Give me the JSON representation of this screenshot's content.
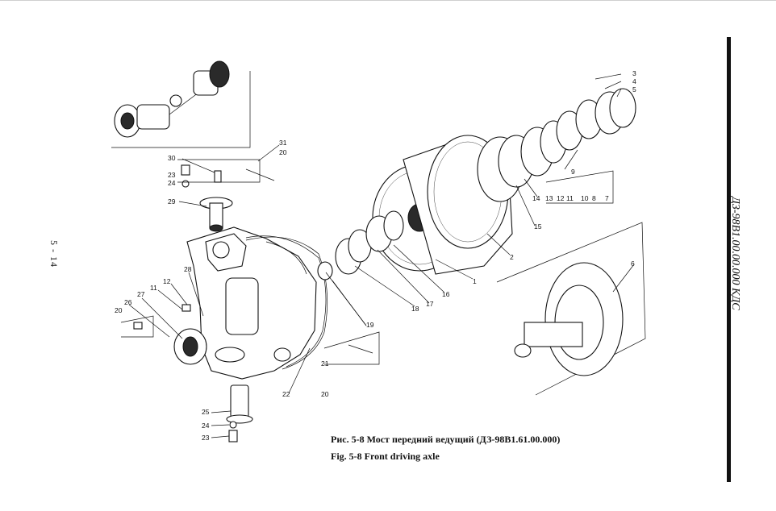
{
  "page_number": "5 - 14",
  "side_doc_code": "ДЗ-98В1.00.00.000  КДС",
  "caption": {
    "ru": "Рис. 5-8 Мост передний ведущий (ДЗ-98В1.61.00.000)",
    "en": "Fig. 5-8  Front driving axle"
  },
  "callouts": [
    "1",
    "2",
    "3",
    "4",
    "5",
    "6",
    "7",
    "8",
    "9",
    "10",
    "11",
    "12",
    "13",
    "14",
    "15",
    "16",
    "17",
    "18",
    "19",
    "20",
    "20",
    "20",
    "21",
    "22",
    "23",
    "23",
    "24",
    "24",
    "25",
    "26",
    "27",
    "28",
    "29",
    "30",
    "31",
    "11",
    "12"
  ]
}
